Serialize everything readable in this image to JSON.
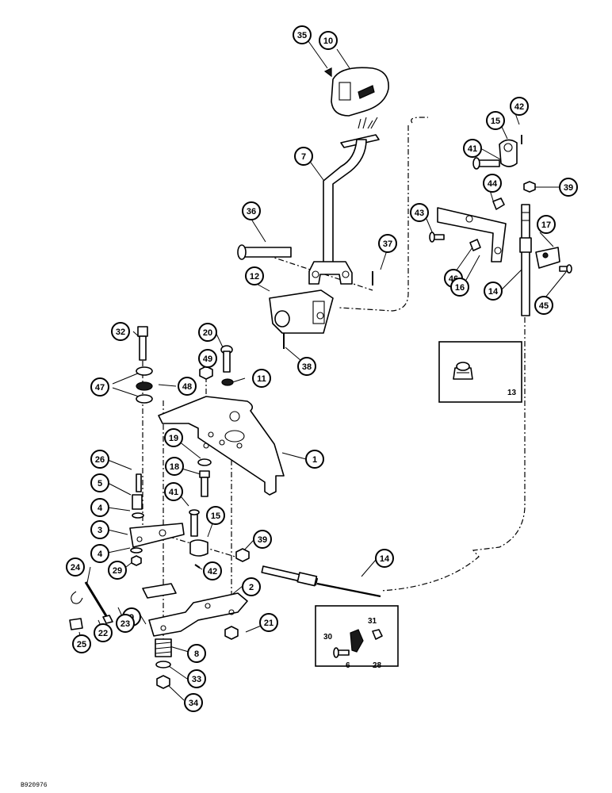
{
  "drawing_code": "B920976",
  "callouts": [
    {
      "id": "c35",
      "label": "35"
    },
    {
      "id": "c10",
      "label": "10"
    },
    {
      "id": "c7",
      "label": "7"
    },
    {
      "id": "c36",
      "label": "36"
    },
    {
      "id": "c37",
      "label": "37"
    },
    {
      "id": "c12",
      "label": "12"
    },
    {
      "id": "c38",
      "label": "38"
    },
    {
      "id": "c15a",
      "label": "15"
    },
    {
      "id": "c42a",
      "label": "42"
    },
    {
      "id": "c41a",
      "label": "41"
    },
    {
      "id": "c39a",
      "label": "39"
    },
    {
      "id": "c44",
      "label": "44"
    },
    {
      "id": "c43",
      "label": "43"
    },
    {
      "id": "c17",
      "label": "17"
    },
    {
      "id": "c46",
      "label": "46"
    },
    {
      "id": "c16",
      "label": "16"
    },
    {
      "id": "c14a",
      "label": "14"
    },
    {
      "id": "c45",
      "label": "45"
    },
    {
      "id": "c32",
      "label": "32"
    },
    {
      "id": "c20",
      "label": "20"
    },
    {
      "id": "c49",
      "label": "49"
    },
    {
      "id": "c11",
      "label": "11"
    },
    {
      "id": "c47",
      "label": "47"
    },
    {
      "id": "c48",
      "label": "48"
    },
    {
      "id": "c1",
      "label": "1"
    },
    {
      "id": "c19",
      "label": "19"
    },
    {
      "id": "c26",
      "label": "26"
    },
    {
      "id": "c18",
      "label": "18"
    },
    {
      "id": "c5",
      "label": "5"
    },
    {
      "id": "c41b",
      "label": "41"
    },
    {
      "id": "c4a",
      "label": "4"
    },
    {
      "id": "c15b",
      "label": "15"
    },
    {
      "id": "c3",
      "label": "3"
    },
    {
      "id": "c39b",
      "label": "39"
    },
    {
      "id": "c4b",
      "label": "4"
    },
    {
      "id": "c29",
      "label": "29"
    },
    {
      "id": "c42b",
      "label": "42"
    },
    {
      "id": "c14b",
      "label": "14"
    },
    {
      "id": "c24",
      "label": "24"
    },
    {
      "id": "c2",
      "label": "2"
    },
    {
      "id": "c9",
      "label": "9"
    },
    {
      "id": "c22",
      "label": "22"
    },
    {
      "id": "c23",
      "label": "23"
    },
    {
      "id": "c25",
      "label": "25"
    },
    {
      "id": "c21",
      "label": "21"
    },
    {
      "id": "c8",
      "label": "8"
    },
    {
      "id": "c33",
      "label": "33"
    },
    {
      "id": "c34",
      "label": "34"
    }
  ],
  "inset_13": {
    "label": "13"
  },
  "inset_detail": {
    "labels": [
      {
        "id": "l30",
        "text": "30"
      },
      {
        "id": "l31",
        "text": "31"
      },
      {
        "id": "l6",
        "text": "6"
      },
      {
        "id": "l28",
        "text": "28"
      }
    ]
  }
}
